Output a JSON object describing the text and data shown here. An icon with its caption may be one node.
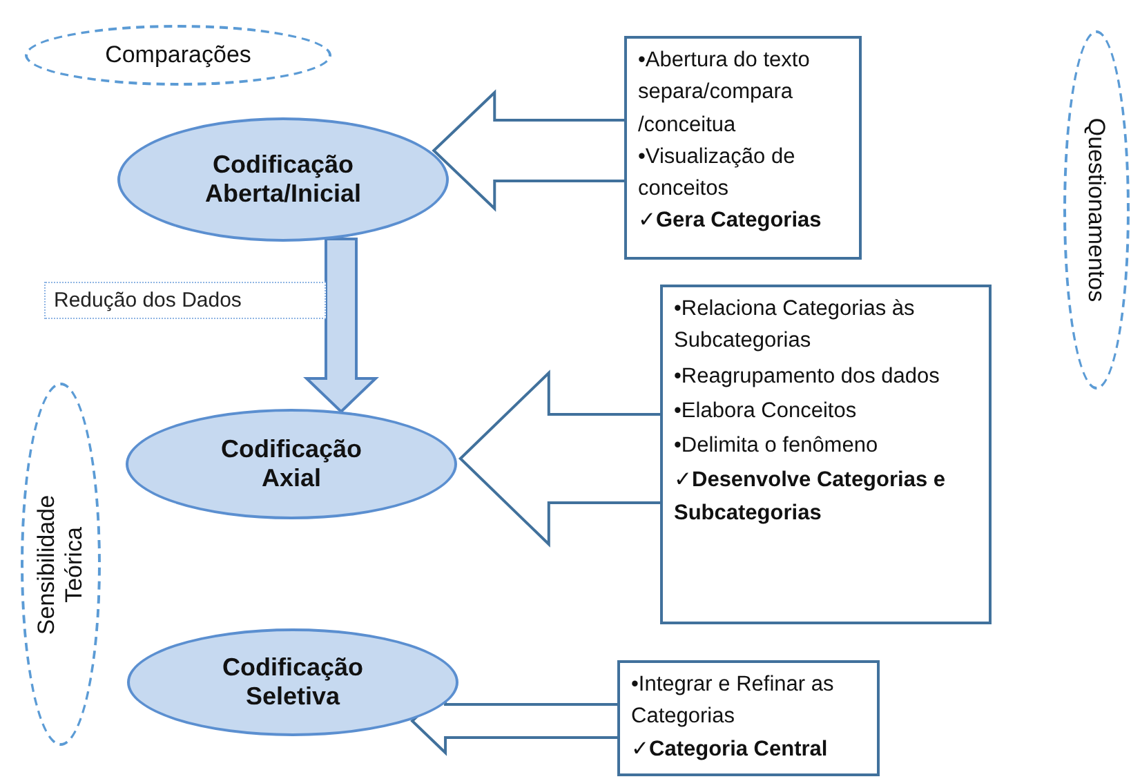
{
  "diagram": {
    "nodes": [
      {
        "text": [
          "Comparações"
        ]
      },
      {
        "text": [
          "Codificação Aberta/Inicial"
        ]
      },
      {
        "text": [
          "•Abertura do texto separa/compara /conceitua",
          "•Visualização de conceitos",
          "✓**Gera Categorias**"
        ]
      },
      {
        "text": [
          "Questionamentos"
        ]
      },
      {
        "text": [
          "Sensibilidade Teórica"
        ]
      },
      {
        "text": [
          "Codificação Axial"
        ]
      },
      {
        "text": [
          "•Relaciona Categorias às Subcategorias",
          "•Reagrupamento dos dados",
          "•Elabora Conceitos",
          "•Delimita o fenômeno",
          "✓**Desenvolve Categorias e Subcategorias**"
        ]
      },
      {
        "text": [
          "Codificação Seletiva"
        ]
      },
      {
        "text": [
          "•Integrar e Refinar as Categorias",
          "✓**Categoria Central**"
        ]
      }
    ],
    "edges": [
      {
        "from": 2,
        "to": 1,
        "arrow": "to"
      },
      {
        "from": 1,
        "to": 5,
        "arrow": "to",
        "label": "Redução dos Dados"
      },
      {
        "from": 6,
        "to": 5,
        "arrow": "to"
      },
      {
        "from": 8,
        "to": 7,
        "arrow": "to"
      }
    ]
  }
}
